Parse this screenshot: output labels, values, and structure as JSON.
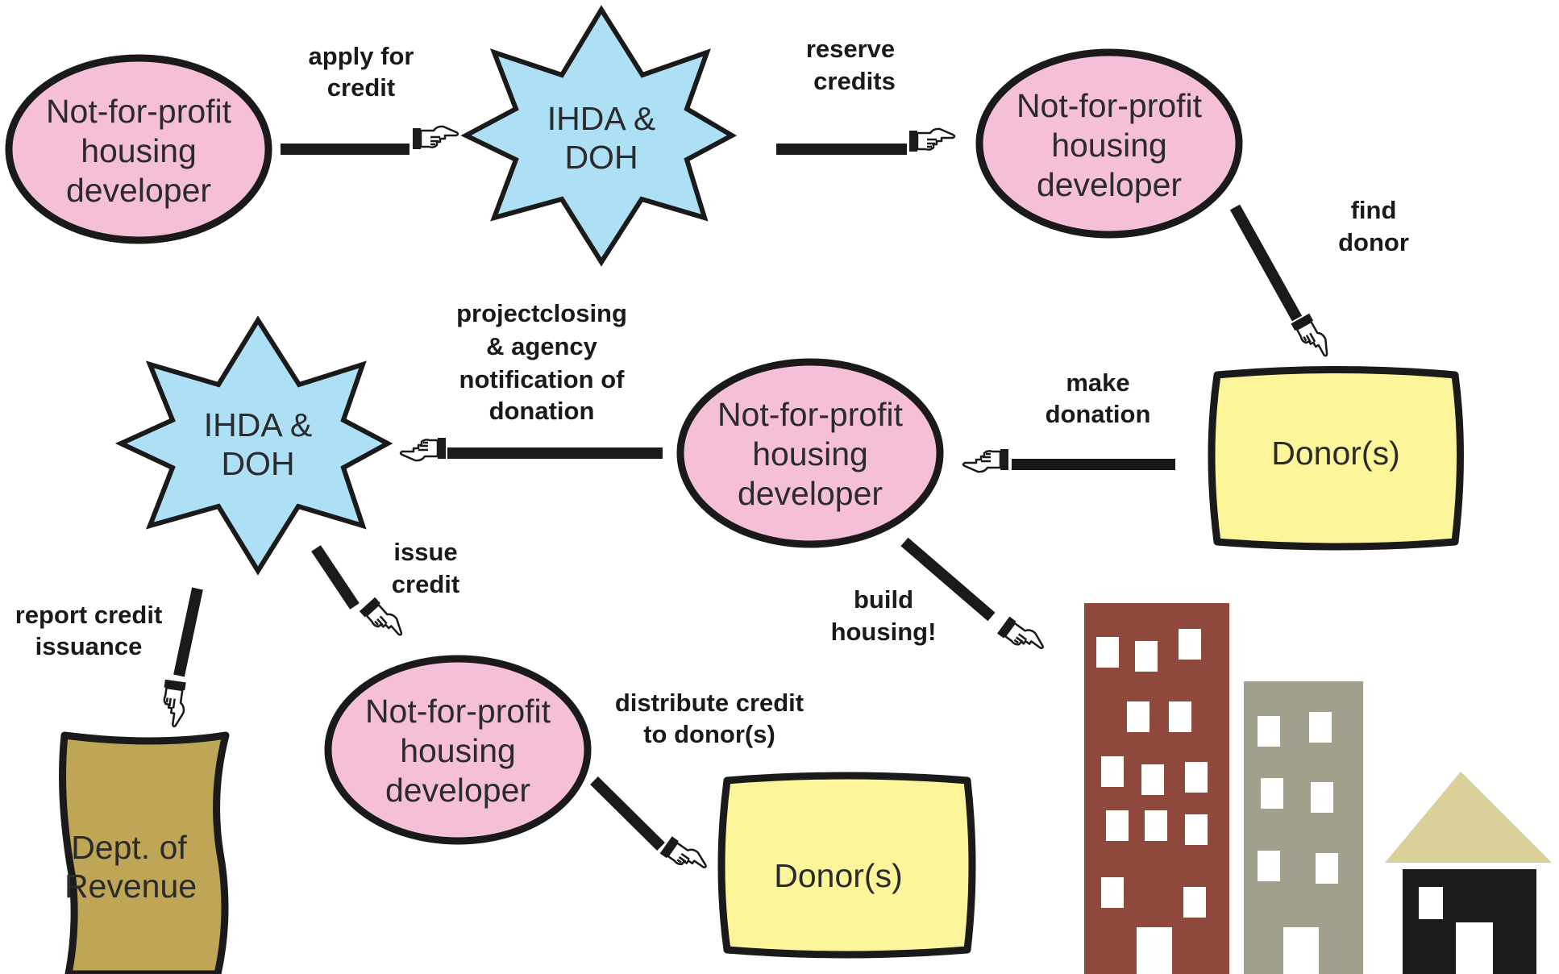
{
  "colors": {
    "developer_fill": "#f5bfd8",
    "agency_fill": "#ade0f5",
    "donor_fill": "#fdf59a",
    "revenue_fill": "#bfa657",
    "outline": "#1a1a1a",
    "building_red": "#8f4a3d",
    "building_gray": "#a0a08c",
    "roof": "#d9d199"
  },
  "nodes": {
    "dev1": [
      "Not-for-profit",
      "housing",
      "developer"
    ],
    "agency1": [
      "IHDA &",
      "DOH"
    ],
    "dev2": [
      "Not-for-profit",
      "housing",
      "developer"
    ],
    "donor1": [
      "Donor(s)"
    ],
    "dev3": [
      "Not-for-profit",
      "housing",
      "developer"
    ],
    "agency2": [
      "IHDA &",
      "DOH"
    ],
    "dev4": [
      "Not-for-profit",
      "housing",
      "developer"
    ],
    "donor2": [
      "Donor(s)"
    ],
    "revenue": [
      "Dept. of",
      "Revenue"
    ]
  },
  "edges": {
    "apply": [
      "apply for",
      "credit"
    ],
    "reserve": [
      "reserve",
      "credits"
    ],
    "find": [
      "find",
      "donor"
    ],
    "make": [
      "make",
      "donation"
    ],
    "closing": [
      "projectclosing",
      "& agency",
      "notification of",
      "donation"
    ],
    "issue": [
      "issue",
      "credit"
    ],
    "report": [
      "report credit",
      "issuance"
    ],
    "distribute": [
      "distribute credit",
      "to donor(s)"
    ],
    "build": [
      "build",
      "housing!"
    ]
  },
  "icons": {
    "arrow_head": "pointing-hand-icon",
    "housing": "buildings-icon"
  }
}
